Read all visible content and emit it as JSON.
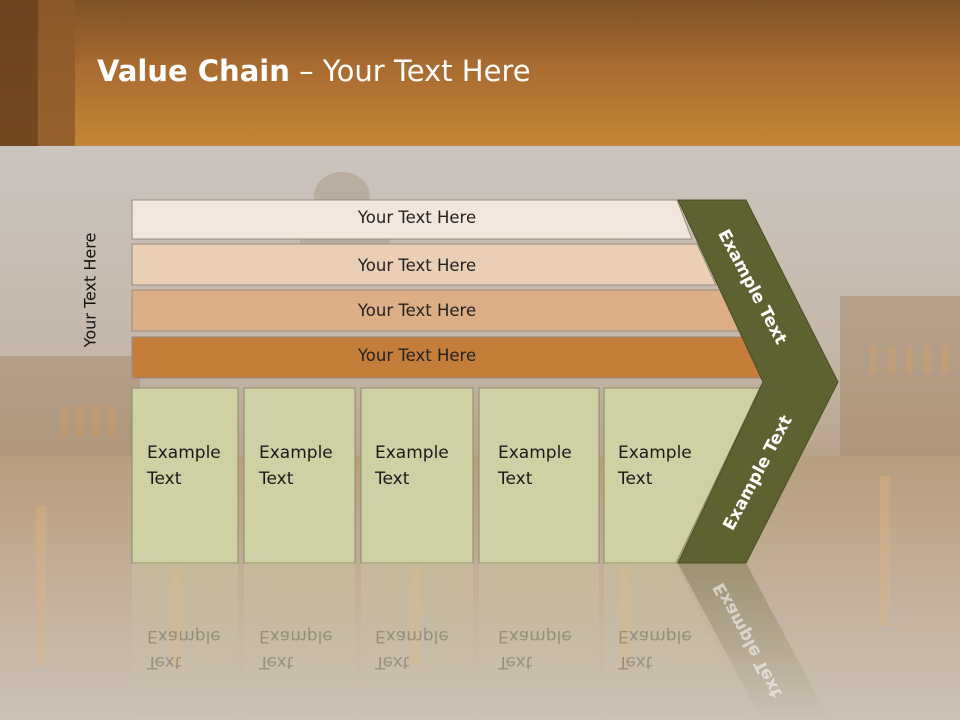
{
  "slide": {
    "title_bold": "Value Chain",
    "title_rest": " – Your Text Here",
    "side_label": "Your Text Here"
  },
  "bands": [
    {
      "label": "Your Text Here",
      "color": "#f3e6dc"
    },
    {
      "label": "Your Text Here",
      "color": "#ebcfb4"
    },
    {
      "label": "Your Text Here",
      "color": "#dcae85"
    },
    {
      "label": "Your Text Here",
      "color": "#c57e3a"
    }
  ],
  "boxes": [
    {
      "line1": "Example",
      "line2": "Text"
    },
    {
      "line1": "Example",
      "line2": "Text"
    },
    {
      "line1": "Example",
      "line2": "Text"
    },
    {
      "line1": "Example",
      "line2": "Text"
    },
    {
      "line1": "Example",
      "line2": "Text"
    }
  ],
  "chevron": {
    "upper_text": "Example Text",
    "lower_text": "Example Text",
    "color": "#5e6130"
  },
  "colors": {
    "header": "#b3732f",
    "box_fill": "#cfd0a4",
    "background": "#cdc7c1"
  }
}
